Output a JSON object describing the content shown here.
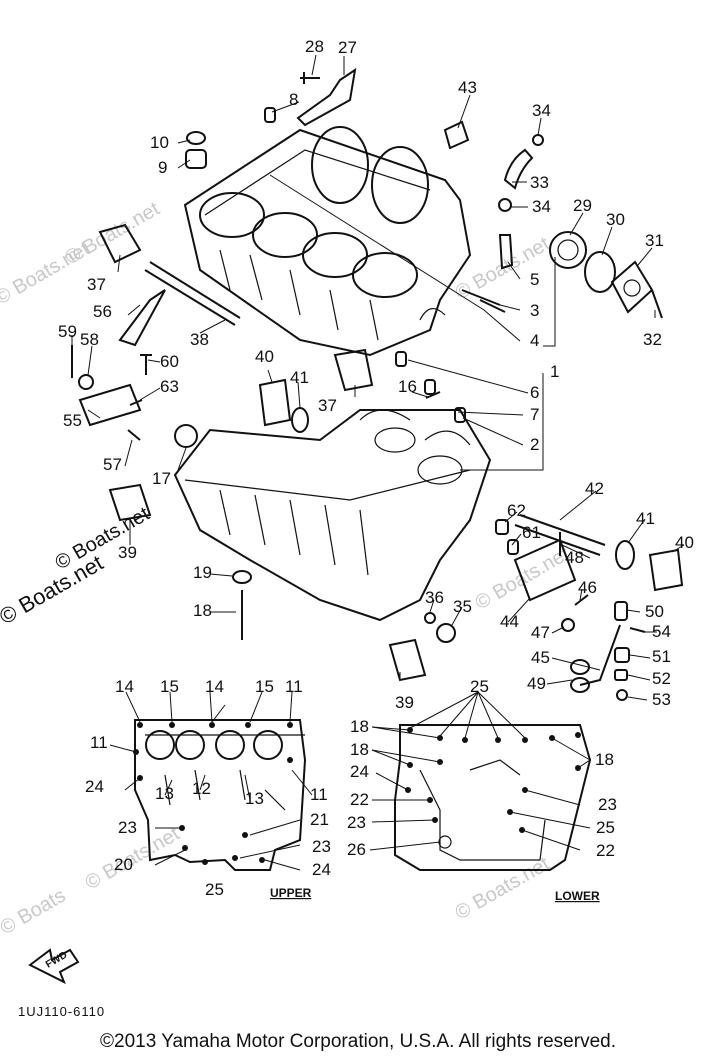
{
  "watermark": "© Boats.net",
  "watermark_short": "© Boats",
  "reference_code": "1UJ110-6110",
  "fwd_label": "FWD",
  "upper_label": "UPPER",
  "lower_label": "LOWER",
  "copyright": "©2013 Yamaha Motor Corporation, U.S.A. All rights reserved.",
  "callouts": [
    {
      "n": "28"
    },
    {
      "n": "27"
    },
    {
      "n": "8"
    },
    {
      "n": "43"
    },
    {
      "n": "34"
    },
    {
      "n": "10"
    },
    {
      "n": "9"
    },
    {
      "n": "33"
    },
    {
      "n": "34"
    },
    {
      "n": "29"
    },
    {
      "n": "30"
    },
    {
      "n": "31"
    },
    {
      "n": "5"
    },
    {
      "n": "3"
    },
    {
      "n": "4"
    },
    {
      "n": "32"
    },
    {
      "n": "37"
    },
    {
      "n": "56"
    },
    {
      "n": "38"
    },
    {
      "n": "59"
    },
    {
      "n": "58"
    },
    {
      "n": "60"
    },
    {
      "n": "40"
    },
    {
      "n": "41"
    },
    {
      "n": "37"
    },
    {
      "n": "6"
    },
    {
      "n": "1"
    },
    {
      "n": "16"
    },
    {
      "n": "7"
    },
    {
      "n": "63"
    },
    {
      "n": "55"
    },
    {
      "n": "57"
    },
    {
      "n": "2"
    },
    {
      "n": "17"
    },
    {
      "n": "42"
    },
    {
      "n": "62"
    },
    {
      "n": "61"
    },
    {
      "n": "41"
    },
    {
      "n": "40"
    },
    {
      "n": "39"
    },
    {
      "n": "48"
    },
    {
      "n": "19"
    },
    {
      "n": "46"
    },
    {
      "n": "18"
    },
    {
      "n": "36"
    },
    {
      "n": "35"
    },
    {
      "n": "44"
    },
    {
      "n": "50"
    },
    {
      "n": "47"
    },
    {
      "n": "54"
    },
    {
      "n": "45"
    },
    {
      "n": "51"
    },
    {
      "n": "52"
    },
    {
      "n": "49"
    },
    {
      "n": "53"
    },
    {
      "n": "39"
    },
    {
      "n": "14"
    },
    {
      "n": "15"
    },
    {
      "n": "14"
    },
    {
      "n": "15"
    },
    {
      "n": "11"
    },
    {
      "n": "25"
    },
    {
      "n": "11"
    },
    {
      "n": "24"
    },
    {
      "n": "13"
    },
    {
      "n": "12"
    },
    {
      "n": "13"
    },
    {
      "n": "11"
    },
    {
      "n": "18"
    },
    {
      "n": "18"
    },
    {
      "n": "18"
    },
    {
      "n": "24"
    },
    {
      "n": "22"
    },
    {
      "n": "23"
    },
    {
      "n": "23"
    },
    {
      "n": "25"
    },
    {
      "n": "26"
    },
    {
      "n": "22"
    },
    {
      "n": "23"
    },
    {
      "n": "21"
    },
    {
      "n": "23"
    },
    {
      "n": "20"
    },
    {
      "n": "24"
    },
    {
      "n": "25"
    }
  ]
}
